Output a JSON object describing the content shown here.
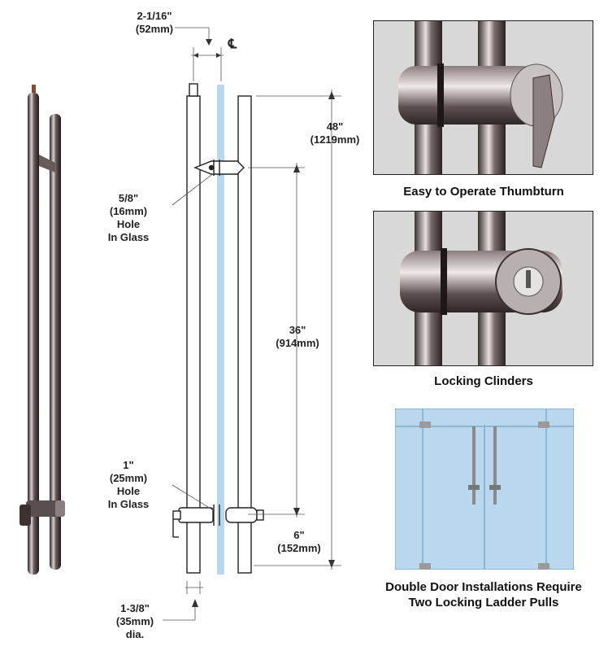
{
  "dimensions": {
    "top_offset": [
      "2-1/16\"",
      "(52mm)"
    ],
    "centerline_symbol": "℄",
    "height_48": [
      "48\"",
      "(1219mm)"
    ],
    "hole_small": [
      "5/8\"",
      "(16mm)",
      "Hole",
      "In Glass"
    ],
    "center_36": [
      "36\"",
      "(914mm)"
    ],
    "hole_large": [
      "1\"",
      "(25mm)",
      "Hole",
      "In Glass"
    ],
    "bottom_6": [
      "6\"",
      "(152mm)"
    ],
    "diameter": [
      "1-3/8\"",
      "(35mm)",
      "dia."
    ]
  },
  "captions": {
    "thumbturn": "Easy to Operate Thumbturn",
    "cylinders": "Locking Clinders",
    "double_door": [
      "Double Door Installations Require",
      "Two Locking Ladder Pulls"
    ]
  },
  "colors": {
    "glass": "#b9d8ee",
    "chrome_dark": "#3a3030",
    "chrome_light": "#d9d4d4"
  }
}
